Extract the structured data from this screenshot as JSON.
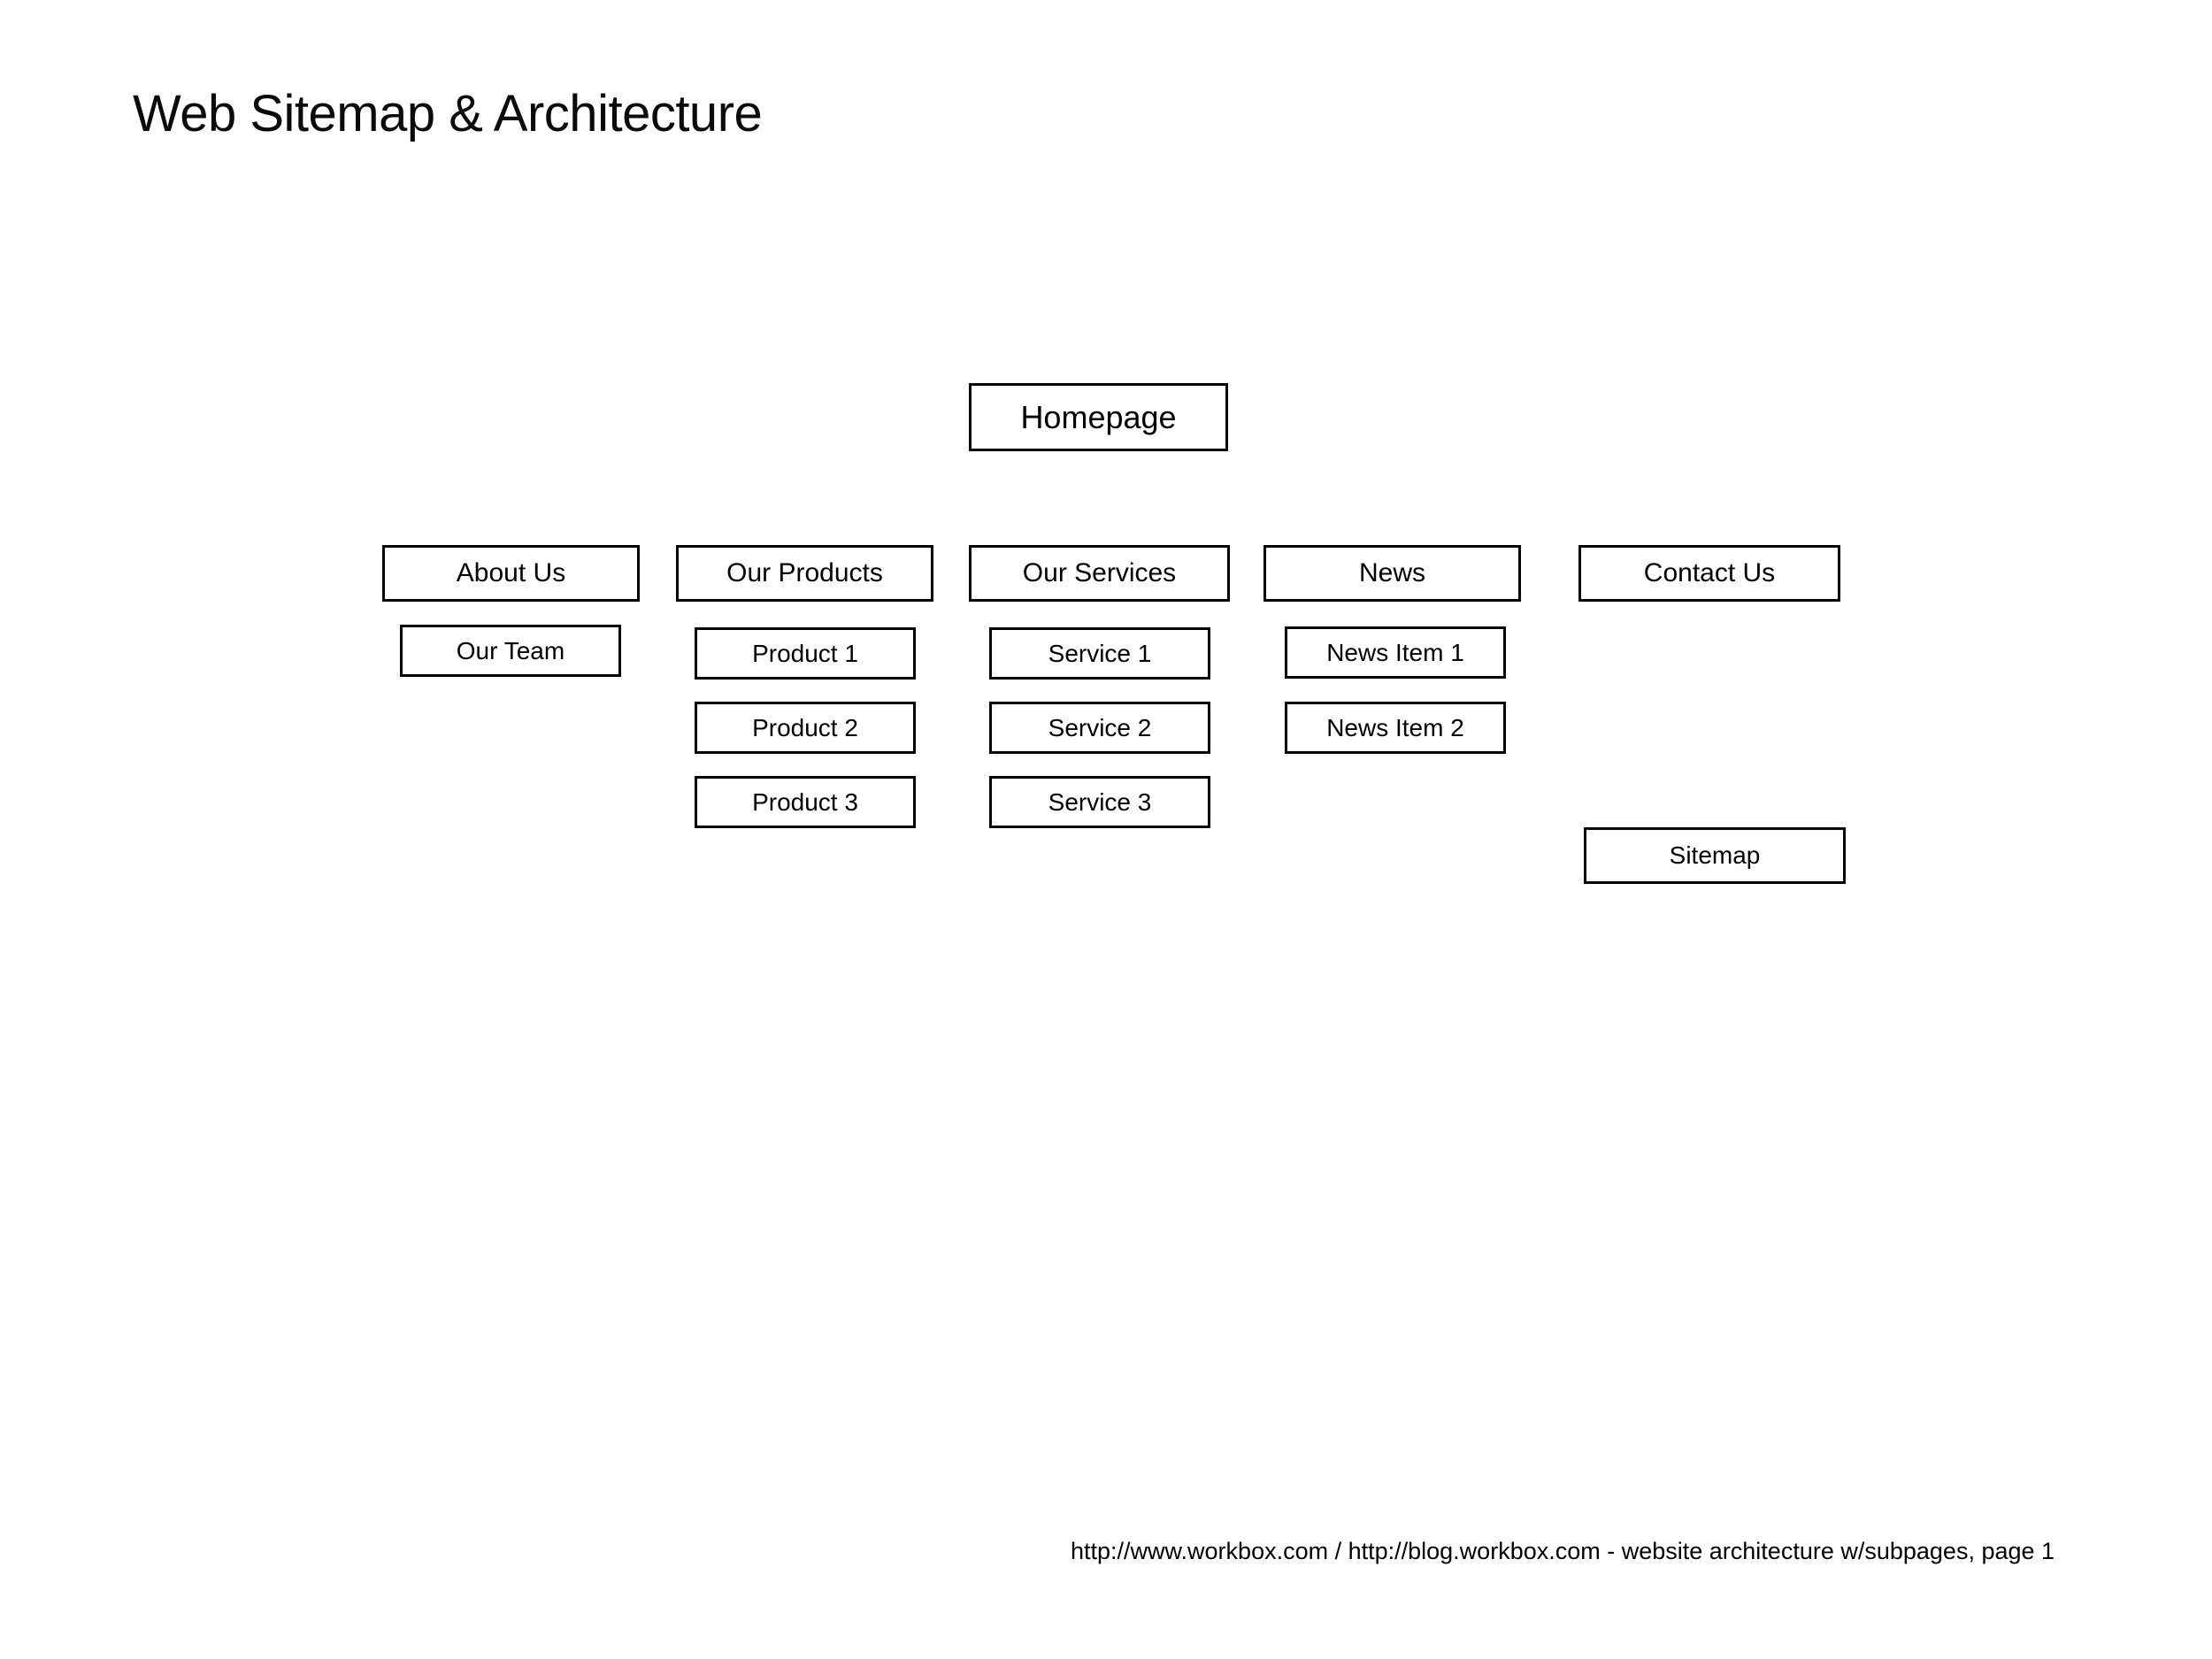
{
  "document": {
    "title": "Web Sitemap & Architecture",
    "background_color": "#ffffff",
    "box_border_color": "#000000",
    "text_color": "#000000"
  },
  "diagram": {
    "type": "sitemap-tree",
    "root": {
      "label": "Homepage"
    },
    "columns": [
      {
        "header": "About Us",
        "children": [
          "Our Team"
        ]
      },
      {
        "header": "Our Products",
        "children": [
          "Product 1",
          "Product 2",
          "Product 3"
        ]
      },
      {
        "header": "Our Services",
        "children": [
          "Service 1",
          "Service 2",
          "Service 3"
        ]
      },
      {
        "header": "News",
        "children": [
          "News Item 1",
          "News Item 2"
        ]
      },
      {
        "header": "Contact Us",
        "children": []
      }
    ],
    "extra_nodes": [
      {
        "label": "Sitemap"
      }
    ]
  },
  "footer": {
    "note": "http://www.workbox.com / http://blog.workbox.com - website architecture w/subpages, page  1"
  }
}
